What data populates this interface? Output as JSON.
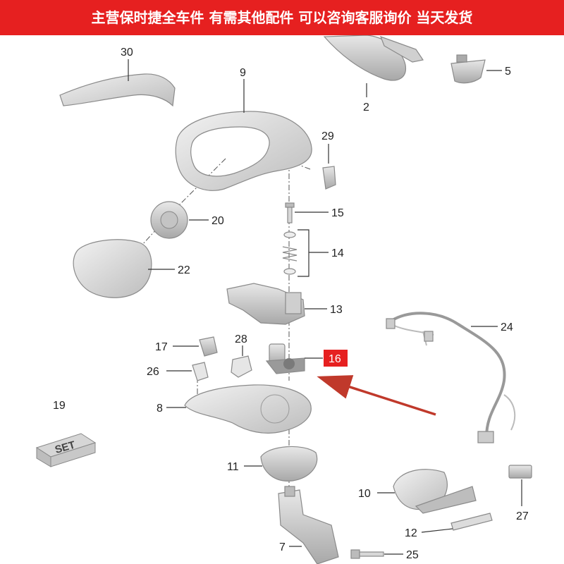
{
  "banner": {
    "text": "主营保时捷全车件 有需其他配件 可以咨询客服询价 当天发货"
  },
  "callouts": {
    "p2": "2",
    "p5": "5",
    "p7": "7",
    "p8": "8",
    "p9": "9",
    "p10": "10",
    "p11": "11",
    "p12": "12",
    "p13": "13",
    "p14": "14",
    "p15": "15",
    "p16": "16",
    "p17": "17",
    "p19": "19",
    "p20": "20",
    "p22": "22",
    "p24": "24",
    "p25": "25",
    "p26": "26",
    "p27": "27",
    "p28": "28",
    "p29": "29",
    "p30": "30"
  },
  "set_box": {
    "text": "SET"
  },
  "colors": {
    "banner": "#e62020",
    "highlight": "#e62020",
    "arrow": "#c0392b",
    "part_fill": "#dcdcdc"
  },
  "highlighted_part": "16"
}
